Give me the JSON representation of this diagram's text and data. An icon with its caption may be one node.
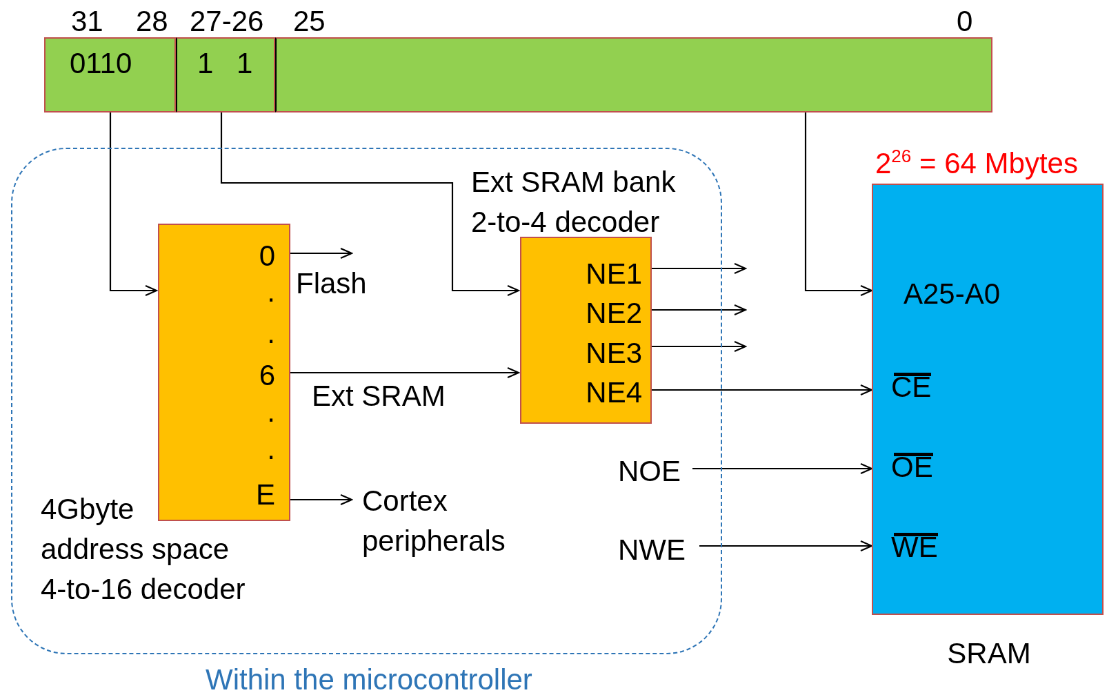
{
  "diagram": {
    "nodes": [
      {
        "text": [
          "0110"
        ]
      },
      {
        "text": [
          "1 1"
        ]
      },
      {
        "text": [],
        "shape": "box"
      },
      {
        "text": [
          "Within the microcontroller"
        ]
      },
      {
        "text": [
          "0",
          ".",
          ".",
          "6",
          ".",
          ".",
          "E"
        ],
        "beside": [
          "4Gbyte address space 4-to-16 decoder"
        ],
        "in": 3
      },
      {
        "text": [
          "NE1",
          "NE2",
          "NE3",
          "NE4"
        ],
        "beside": [
          "Ext SRAM bank 2-to-4 decoder"
        ],
        "in": 3
      },
      {
        "text": [
          "NOE"
        ],
        "in": 3
      },
      {
        "text": [
          "NWE"
        ],
        "in": 3
      },
      {
        "text": [
          "A25-A0",
          "CE",
          "OE",
          "WE"
        ],
        "beside": [
          "2$^{26}$ = 64 Mbytes",
          "SRAM"
        ]
      }
    ],
    "edges": [
      {
        "from": 0,
        "to": 4,
        "arrow": "to"
      },
      {
        "from": 1,
        "to": 5,
        "arrow": "to"
      },
      {
        "from": 2,
        "to": 8,
        "arrow": "to"
      },
      {
        "from": 4,
        "to": null,
        "arrow": "to",
        "label": "Flash"
      },
      {
        "from": 4,
        "to": 5,
        "arrow": "to",
        "label": "Ext SRAM"
      },
      {
        "from": 4,
        "to": null,
        "arrow": "to",
        "label": "Cortex peripherals"
      },
      {
        "from": 5,
        "to": null,
        "arrow": "to"
      },
      {
        "from": 5,
        "to": null,
        "arrow": "to"
      },
      {
        "from": 5,
        "to": null,
        "arrow": "to"
      },
      {
        "from": 5,
        "to": 8,
        "arrow": "to"
      },
      {
        "from": 6,
        "to": 8,
        "arrow": "to"
      },
      {
        "from": 7,
        "to": 8,
        "arrow": "to"
      }
    ],
    "labels": [
      "31",
      "28",
      "27-26",
      "25",
      "0"
    ]
  }
}
